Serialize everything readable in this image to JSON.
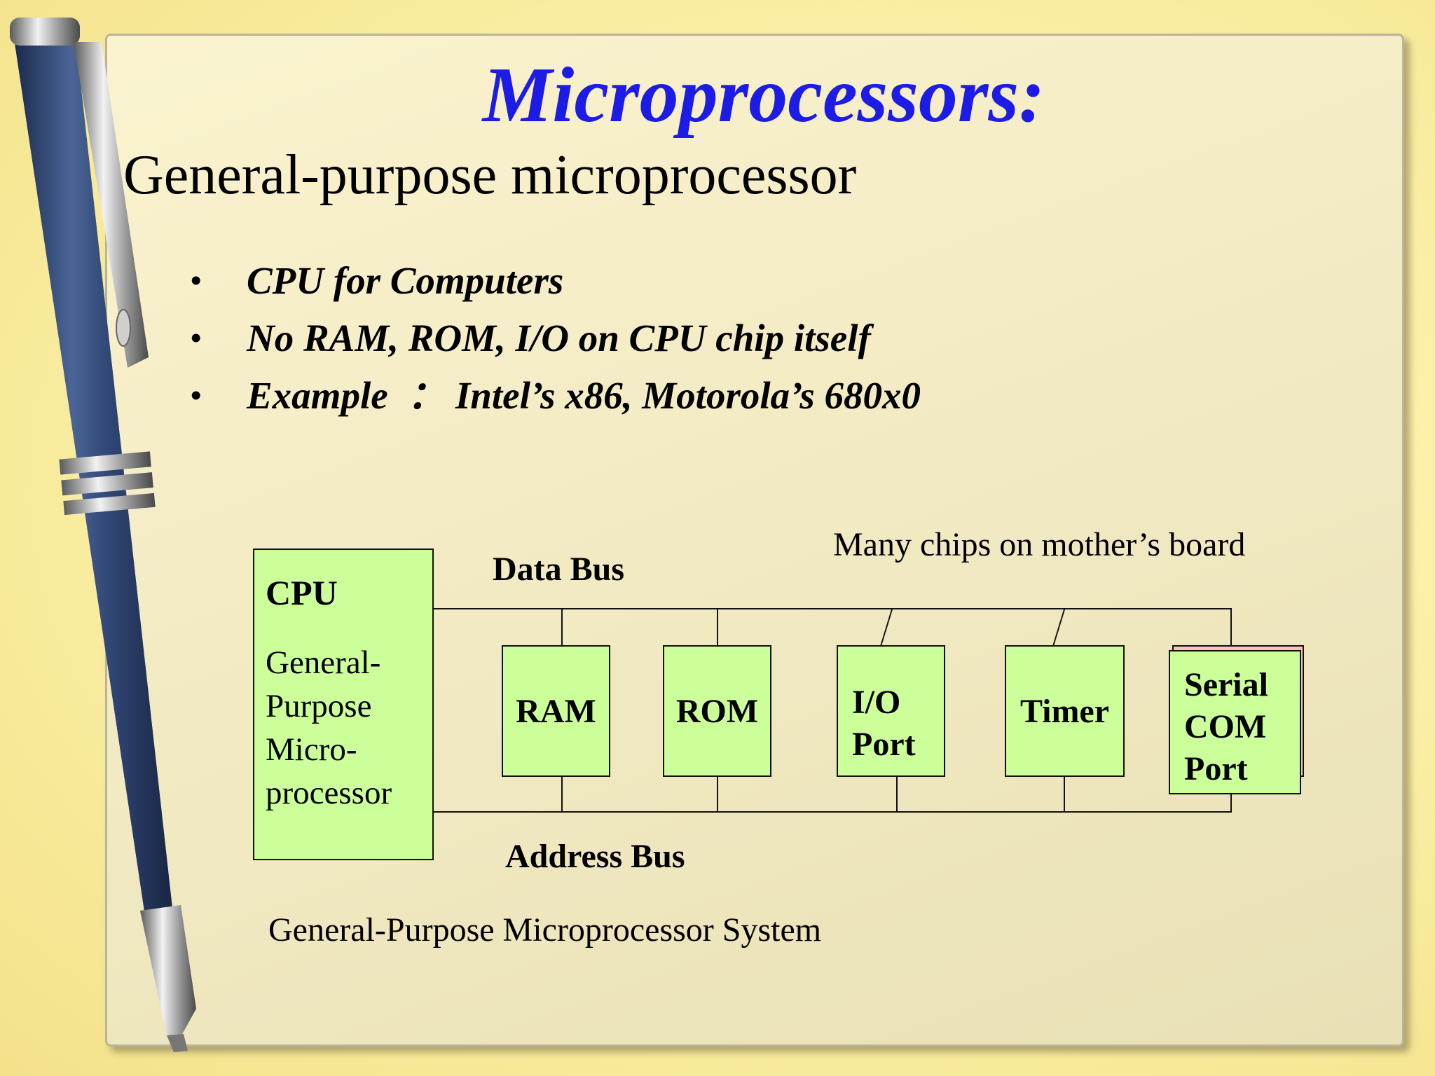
{
  "slide": {
    "title": "Microprocessors:",
    "subtitle": "General-purpose microprocessor",
    "bullets": [
      "CPU for Computers",
      "No RAM, ROM, I/O on CPU chip itself",
      "Example  ： Intel’s x86, Motorola’s 680x0"
    ],
    "bullet_symbol": "•"
  },
  "diagram": {
    "cpu": {
      "heading": "CPU",
      "lines": [
        "General-",
        "Purpose",
        "Micro-",
        "processor"
      ]
    },
    "chips": {
      "ram": "RAM",
      "rom": "ROM",
      "io": [
        "I/O",
        "Port"
      ],
      "timer": "Timer",
      "serial": [
        "Serial",
        "COM",
        "Port"
      ]
    },
    "data_bus_label": "Data Bus",
    "address_bus_label": "Address Bus",
    "note": "Many chips on mother’s board",
    "caption": "General-Purpose Microprocessor System"
  },
  "colors": {
    "title": "#1c1ce6",
    "chip_fill": "#ccff99",
    "serial_back": "#f6c6b6"
  }
}
